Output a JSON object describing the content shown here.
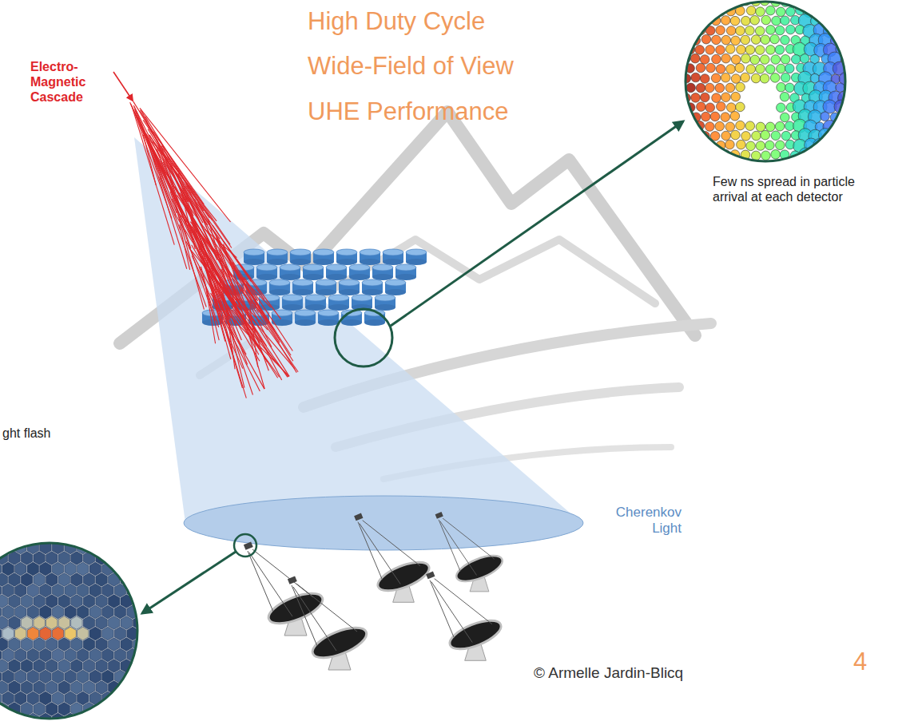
{
  "diagram": {
    "labels": [
      "High Duty Cycle",
      "Wide-Field of View",
      "UHE Performance",
      "Electro- Magnetic Cascade",
      "Few ns spread in particle arrival at each detector",
      "ght flash",
      "Cherenkov Light",
      "© Armelle Jardin-Blicq",
      "4"
    ]
  }
}
